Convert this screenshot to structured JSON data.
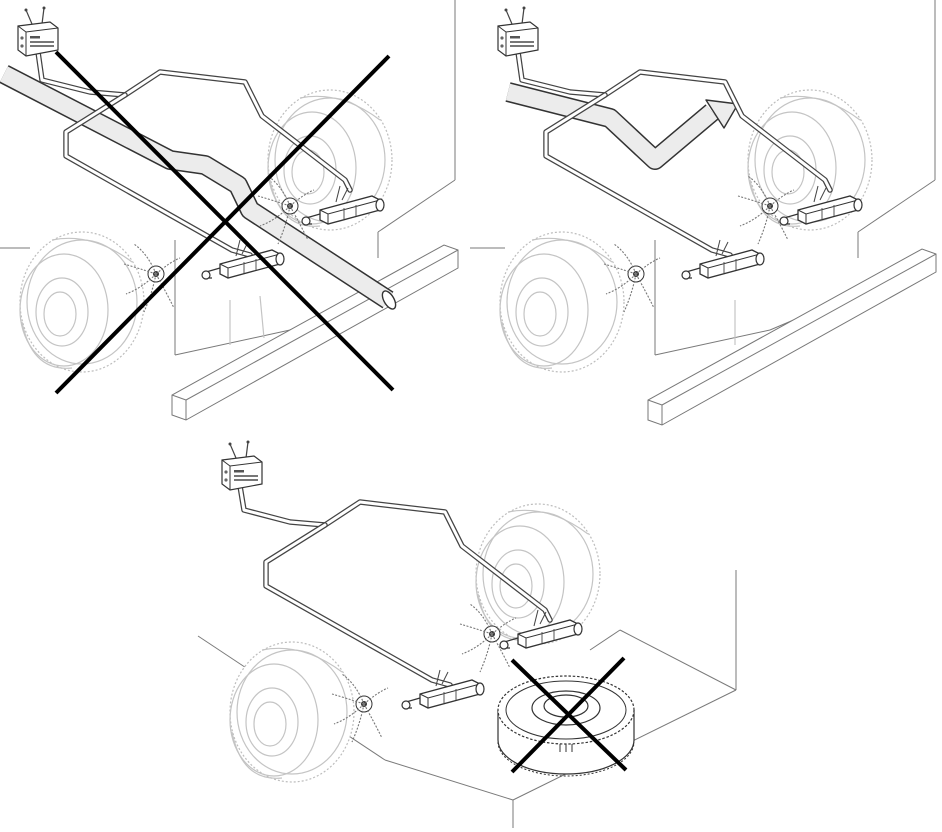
{
  "panels": [
    {
      "id": "panel-incorrect-exhaust-crossing",
      "status": "incorrect"
    },
    {
      "id": "panel-correct-exhaust-routing",
      "status": "correct"
    },
    {
      "id": "panel-incorrect-spare-wheel",
      "status": "incorrect"
    }
  ],
  "colors": {
    "line": "#444444",
    "faint": "#c4c4c4",
    "cross": "#000000",
    "background": "#ffffff"
  },
  "icons": [
    "control-unit-icon",
    "tire-icon",
    "exhaust-pipe-icon",
    "cross-mark-icon",
    "chain-icon"
  ]
}
